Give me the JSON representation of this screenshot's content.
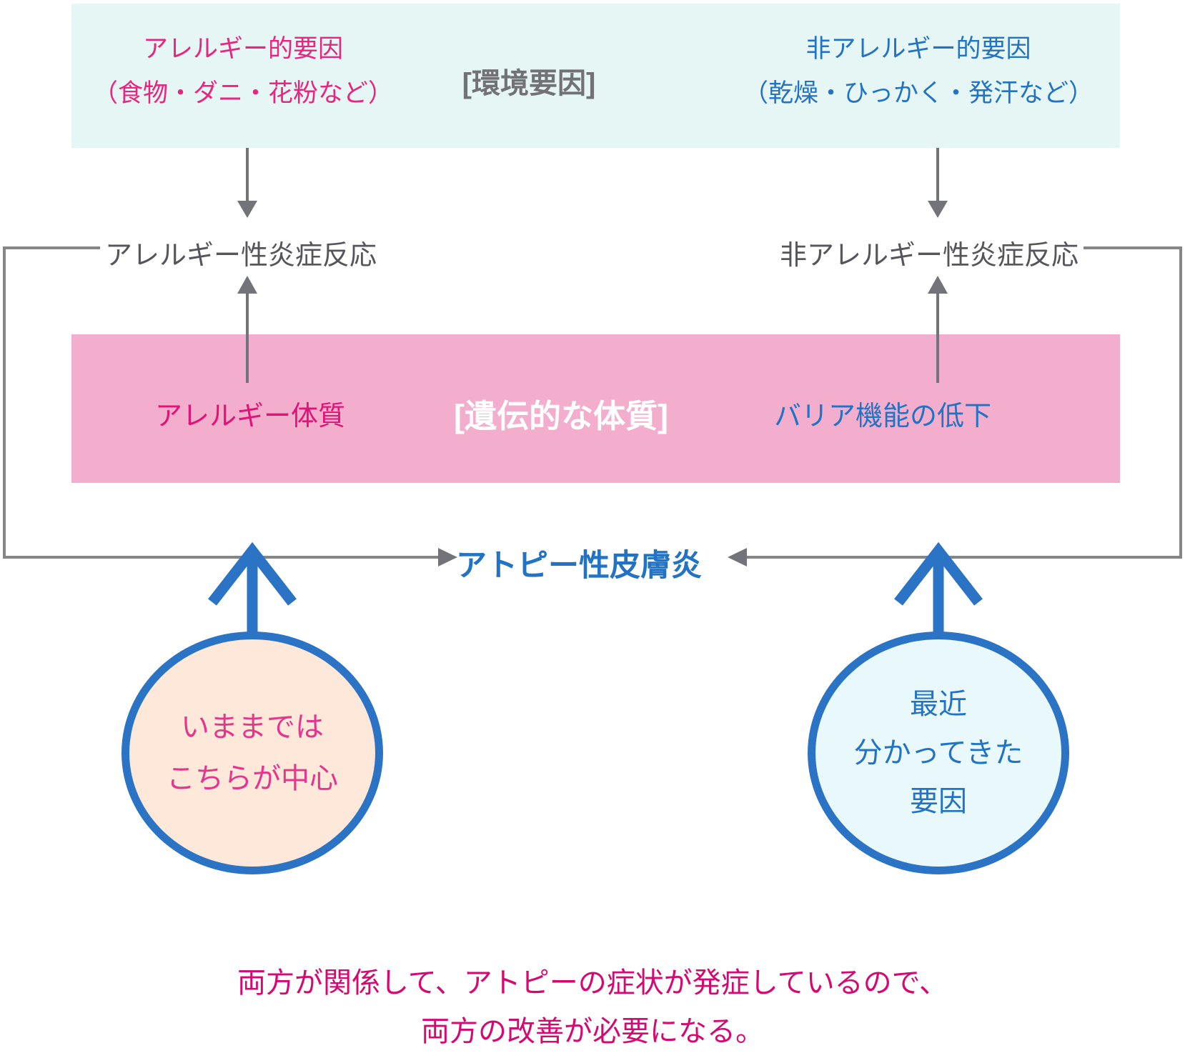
{
  "env_box": {
    "title": "[環境要因]",
    "allergic": {
      "line1": "アレルギー的要因",
      "line2": "（食物・ダニ・花粉など）"
    },
    "non_allergic": {
      "line1": "非アレルギー的要因",
      "line2": "（乾燥・ひっかく・発汗など）"
    }
  },
  "reaction_labels": {
    "left": "アレルギー性炎症反応",
    "right": "非アレルギー性炎症反応"
  },
  "genetic_box": {
    "title": "[遺伝的な体質]",
    "left": "アレルギー体質",
    "right": "バリア機能の低下"
  },
  "center_label": "アトピー性皮膚炎",
  "circles": {
    "left": {
      "line1": "いままでは",
      "line2": "こちらが中心"
    },
    "right": {
      "line1": "最近",
      "line2": "分かってきた",
      "line3": "要因"
    }
  },
  "footer": {
    "line1": "両方が関係して、アトピーの症状が発症しているので、",
    "line2": "両方の改善が必要になる。"
  },
  "colors": {
    "env_box_bg": "#e6f6f5",
    "genetic_box_bg": "#f3aecd",
    "pink_text": "#e8267f",
    "deep_pink_text": "#e01377",
    "blue_text": "#2273c4",
    "blue_accent": "#2b73c5",
    "gray_line": "#85858a",
    "gray_arrow": "#73737a",
    "label_gray": "#55555c",
    "env_title_gray": "#717176",
    "left_circle_bg": "#fde8d9",
    "right_circle_bg": "#e9f8fa",
    "footer_text": "#d40a73"
  }
}
